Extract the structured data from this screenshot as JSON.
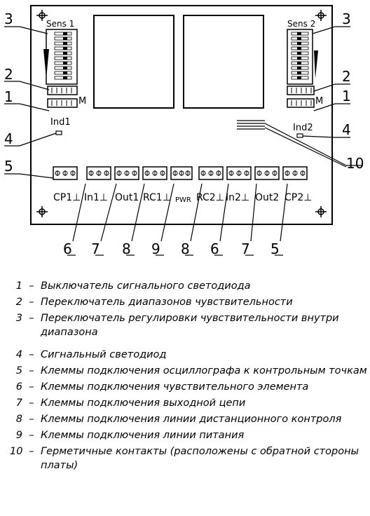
{
  "board": {
    "sens1_label": "Sens 1",
    "sens2_label": "Sens 2",
    "m_label": "M",
    "ind1_label": "Ind1",
    "ind2_label": "Ind2",
    "pwr_label": "PWR",
    "terminals": [
      "CP1⊥",
      "In1⊥",
      "Out1",
      "RC1⊥",
      "RC2⊥",
      "In2⊥",
      "Out2",
      "CP2⊥"
    ],
    "callouts_left": [
      "3",
      "2",
      "1",
      "4",
      "5"
    ],
    "callouts_right": [
      "3",
      "2",
      "1",
      "4",
      "10"
    ],
    "callouts_bottom": [
      "6",
      "7",
      "8",
      "9",
      "8",
      "6",
      "7",
      "5"
    ]
  },
  "legend": [
    {
      "num": "1",
      "text": "Выключатель сигнального светодиода"
    },
    {
      "num": "2",
      "text": "Переключатель диапазонов чувствительности"
    },
    {
      "num": "3",
      "text": "Переключатель регулировки чувствительности внутри диапазона"
    },
    {
      "num": "4",
      "text": "Сигнальный светодиод"
    },
    {
      "num": "5",
      "text": "Клеммы подключения осциллографа к контрольным точкам"
    },
    {
      "num": "6",
      "text": "Клеммы подключения чувствительного элемента"
    },
    {
      "num": "7",
      "text": "Клеммы подключения выходной цепи"
    },
    {
      "num": "8",
      "text": "Клеммы подключения линии дистанционного контроля"
    },
    {
      "num": "9",
      "text": "Клеммы подключения линии питания"
    },
    {
      "num": "10",
      "text": "Герметичные контакты (расположены с обратной стороны платы)"
    }
  ]
}
